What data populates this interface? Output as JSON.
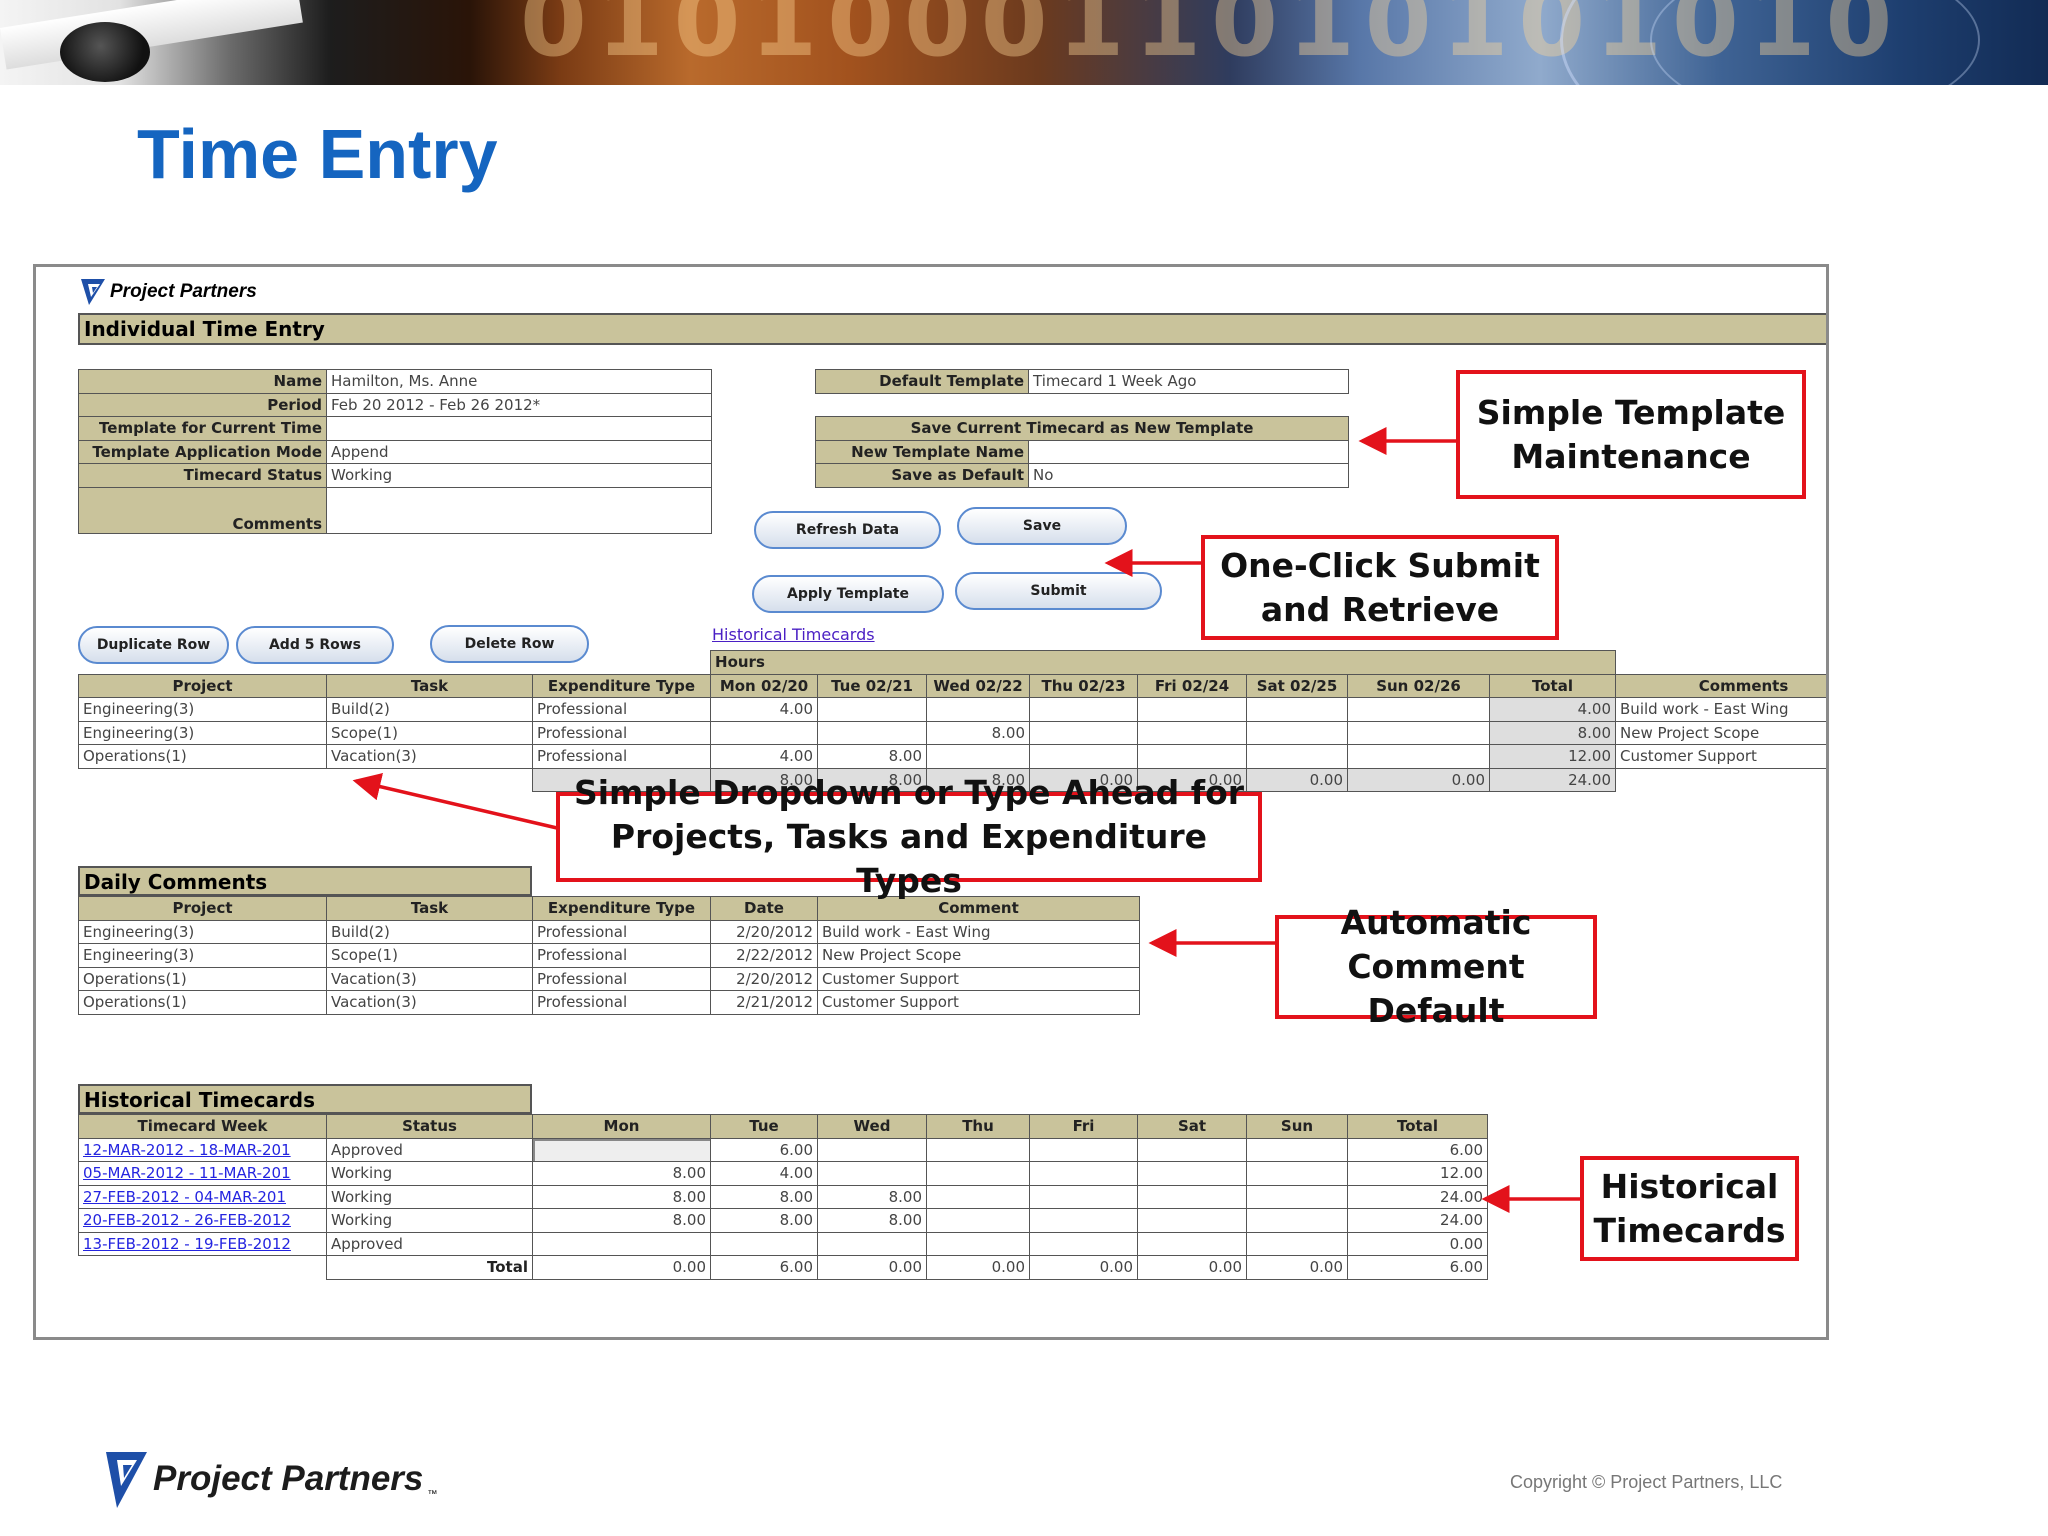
{
  "slide": {
    "title": "Time Entry",
    "copyright": "Copyright © Project Partners, LLC",
    "footer_logo_text": "Project Partners",
    "footer_logo_mark": "™",
    "accent_color": "#1565c0",
    "callout_color": "#e3121b"
  },
  "banner": {
    "digits": "010100011010101010"
  },
  "app": {
    "logo_text": "Project Partners",
    "page_title": "Individual Time Entry",
    "header_fill": "#c9c39b",
    "header_form": {
      "name_label": "Name",
      "name_value": "Hamilton, Ms. Anne",
      "period_label": "Period",
      "period_value": "Feb 20 2012 - Feb 26 2012*",
      "template_current_label": "Template for Current Time",
      "template_current_value": "",
      "template_mode_label": "Template Application Mode",
      "template_mode_value": "Append",
      "status_label": "Timecard Status",
      "status_value": "Working",
      "comments_label": "Comments",
      "comments_value": ""
    },
    "template_form": {
      "default_template_label": "Default Template",
      "default_template_value": "Timecard 1 Week Ago",
      "save_section_title": "Save Current Timecard as New Template",
      "new_name_label": "New Template Name",
      "new_name_value": "",
      "save_default_label": "Save as Default",
      "save_default_value": "No"
    },
    "buttons": {
      "refresh": "Refresh Data",
      "save": "Save",
      "apply_template": "Apply Template",
      "submit": "Submit",
      "duplicate_row": "Duplicate Row",
      "add_rows": "Add 5 Rows",
      "delete_row": "Delete Row"
    },
    "historical_link": "Historical Timecards",
    "time_grid": {
      "hours_label": "Hours",
      "columns": [
        "Project",
        "Task",
        "Expenditure Type",
        "Mon 02/20",
        "Tue 02/21",
        "Wed 02/22",
        "Thu 02/23",
        "Fri 02/24",
        "Sat 02/25",
        "Sun 02/26",
        "Total",
        "Comments"
      ],
      "rows": [
        {
          "project": "Engineering(3)",
          "task": "Build(2)",
          "type": "Professional",
          "mon": "4.00",
          "tue": "",
          "wed": "",
          "thu": "",
          "fri": "",
          "sat": "",
          "sun": "",
          "total": "4.00",
          "comment": "Build work - East Wing"
        },
        {
          "project": "Engineering(3)",
          "task": "Scope(1)",
          "type": "Professional",
          "mon": "",
          "tue": "",
          "wed": "8.00",
          "thu": "",
          "fri": "",
          "sat": "",
          "sun": "",
          "total": "8.00",
          "comment": "New Project Scope"
        },
        {
          "project": "Operations(1)",
          "task": "Vacation(3)",
          "type": "Professional",
          "mon": "4.00",
          "tue": "8.00",
          "wed": "",
          "thu": "",
          "fri": "",
          "sat": "",
          "sun": "",
          "total": "12.00",
          "comment": "Customer Support"
        }
      ],
      "totals": {
        "mon": "8.00",
        "tue": "8.00",
        "wed": "8.00",
        "thu": "0.00",
        "fri": "0.00",
        "sat": "0.00",
        "sun": "0.00",
        "total": "24.00"
      }
    },
    "daily_comments": {
      "title": "Daily Comments",
      "columns": [
        "Project",
        "Task",
        "Expenditure Type",
        "Date",
        "Comment"
      ],
      "rows": [
        {
          "project": "Engineering(3)",
          "task": "Build(2)",
          "type": "Professional",
          "date": "2/20/2012",
          "comment": "Build work - East Wing"
        },
        {
          "project": "Engineering(3)",
          "task": "Scope(1)",
          "type": "Professional",
          "date": "2/22/2012",
          "comment": "New Project Scope"
        },
        {
          "project": "Operations(1)",
          "task": "Vacation(3)",
          "type": "Professional",
          "date": "2/20/2012",
          "comment": "Customer Support"
        },
        {
          "project": "Operations(1)",
          "task": "Vacation(3)",
          "type": "Professional",
          "date": "2/21/2012",
          "comment": "Customer Support"
        }
      ]
    },
    "historical": {
      "title": "Historical Timecards",
      "columns": [
        "Timecard Week",
        "Status",
        "Mon",
        "Tue",
        "Wed",
        "Thu",
        "Fri",
        "Sat",
        "Sun",
        "Total"
      ],
      "rows": [
        {
          "week": "12-MAR-2012 - 18-MAR-201",
          "status": "Approved",
          "mon": "",
          "tue": "6.00",
          "wed": "",
          "thu": "",
          "fri": "",
          "sat": "",
          "sun": "",
          "total": "6.00"
        },
        {
          "week": "05-MAR-2012 - 11-MAR-201",
          "status": "Working",
          "mon": "8.00",
          "tue": "4.00",
          "wed": "",
          "thu": "",
          "fri": "",
          "sat": "",
          "sun": "",
          "total": "12.00"
        },
        {
          "week": "27-FEB-2012 - 04-MAR-201",
          "status": "Working",
          "mon": "8.00",
          "tue": "8.00",
          "wed": "8.00",
          "thu": "",
          "fri": "",
          "sat": "",
          "sun": "",
          "total": "24.00"
        },
        {
          "week": "20-FEB-2012 - 26-FEB-2012",
          "status": "Working",
          "mon": "8.00",
          "tue": "8.00",
          "wed": "8.00",
          "thu": "",
          "fri": "",
          "sat": "",
          "sun": "",
          "total": "24.00"
        },
        {
          "week": "13-FEB-2012 - 19-FEB-2012",
          "status": "Approved",
          "mon": "",
          "tue": "",
          "wed": "",
          "thu": "",
          "fri": "",
          "sat": "",
          "sun": "",
          "total": "0.00"
        }
      ],
      "total_label": "Total",
      "totals": {
        "mon": "0.00",
        "tue": "6.00",
        "wed": "0.00",
        "thu": "0.00",
        "fri": "0.00",
        "sat": "0.00",
        "sun": "0.00",
        "total": "6.00"
      }
    }
  },
  "callouts": {
    "template": [
      "Simple Template",
      "Maintenance"
    ],
    "submit": [
      "One-Click Submit",
      "and Retrieve"
    ],
    "dropdown": [
      "Simple Dropdown or Type Ahead for",
      "Projects, Tasks and Expenditure Types"
    ],
    "comment": [
      "Automatic",
      "Comment Default"
    ],
    "historical": [
      "Historical",
      "Timecards"
    ]
  }
}
